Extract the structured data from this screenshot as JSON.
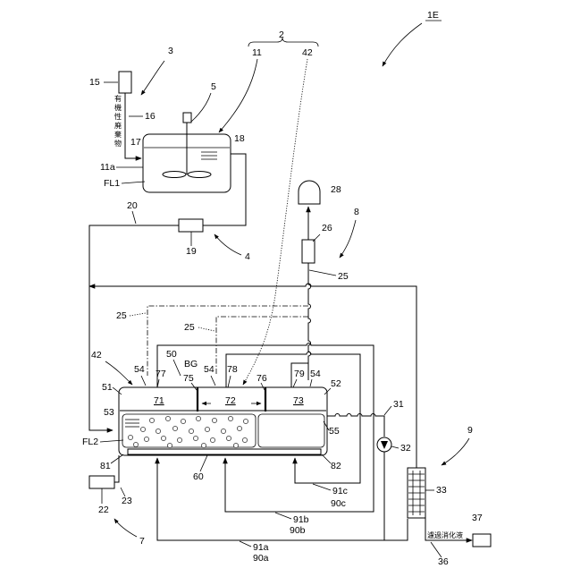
{
  "labels": {
    "fig": "1E",
    "n2": "2",
    "n11": "11",
    "n42top": "42",
    "n3": "3",
    "n15": "15",
    "n16": "16",
    "n5": "5",
    "n17": "17",
    "n18": "18",
    "n11a": "11a",
    "fl1": "FL1",
    "n20": "20",
    "n19": "19",
    "n4": "4",
    "n28": "28",
    "n8": "8",
    "n26": "26",
    "n25a": "25",
    "n25b": "25",
    "n25c": "25",
    "n42": "42",
    "n50": "50",
    "bg": "BG",
    "n54a": "54",
    "n54b": "54",
    "n54c": "54",
    "n77": "77",
    "n75": "75",
    "n78": "78",
    "n76": "76",
    "n79": "79",
    "n51": "51",
    "n71": "71",
    "n72": "72",
    "n73": "73",
    "n52": "52",
    "n53": "53",
    "fl2": "FL2",
    "n55": "55",
    "n31": "31",
    "n9": "9",
    "n32": "32",
    "n81": "81",
    "n60": "60",
    "n82": "82",
    "n22": "22",
    "n23": "23",
    "n33": "33",
    "n91c": "91c",
    "n90c": "90c",
    "n7": "7",
    "n91b": "91b",
    "n90b": "90b",
    "n37": "37",
    "n91a": "91a",
    "n90a": "90a",
    "n36": "36"
  },
  "vertical_text": [
    "有",
    "機",
    "性",
    "廃",
    "棄",
    "物"
  ],
  "digestate_label": "濾過消化液"
}
